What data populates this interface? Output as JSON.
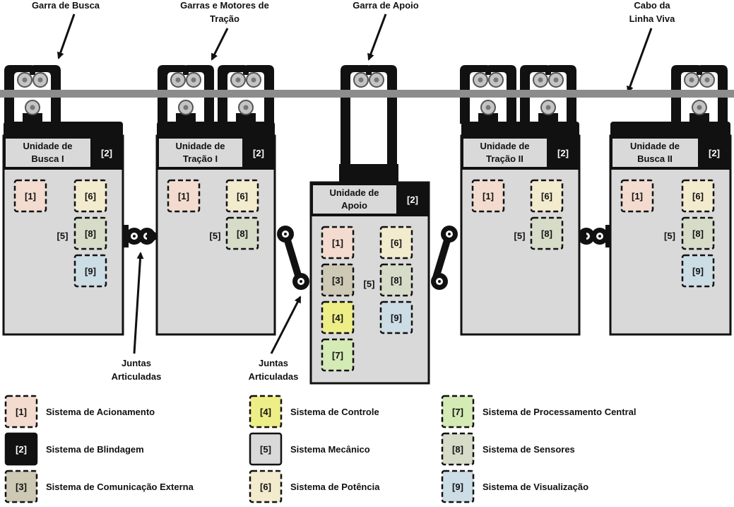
{
  "callouts": {
    "search_claw": "Garra de Busca",
    "traction_claws_line1": "Garras e Motores de",
    "traction_claws_line2": "Tração",
    "support_claw": "Garra de Apoio",
    "live_cable_line1": "Cabo da",
    "live_cable_line2": "Linha Viva",
    "joints_line1": "Juntas",
    "joints_line2": "Articuladas"
  },
  "units": {
    "search_1": {
      "line1": "Unidade de",
      "line2": "Busca I",
      "shield_code": "[2]",
      "mech_code": "[5]",
      "left_codes": [
        "[1]"
      ],
      "right_codes": [
        "[6]",
        "[8]",
        "[9]"
      ]
    },
    "traction_1": {
      "line1": "Unidade de",
      "line2": "Tração I",
      "shield_code": "[2]",
      "mech_code": "[5]",
      "left_codes": [
        "[1]"
      ],
      "right_codes": [
        "[6]",
        "[8]"
      ]
    },
    "support": {
      "line1": "Unidade de",
      "line2": "Apoio",
      "shield_code": "[2]",
      "mech_code": "[5]",
      "left_codes": [
        "[1]",
        "[3]",
        "[4]",
        "[7]"
      ],
      "right_codes": [
        "[6]",
        "[8]",
        "[9]"
      ]
    },
    "traction_2": {
      "line1": "Unidade de",
      "line2": "Tração II",
      "shield_code": "[2]",
      "mech_code": "[5]",
      "left_codes": [
        "[1]"
      ],
      "right_codes": [
        "[6]",
        "[8]"
      ]
    },
    "search_2": {
      "line1": "Unidade de",
      "line2": "Busca II",
      "shield_code": "[2]",
      "mech_code": "[5]",
      "left_codes": [
        "[1]"
      ],
      "right_codes": [
        "[6]",
        "[8]",
        "[9]"
      ]
    }
  },
  "system_colors": {
    "[1]": "#f3dccf",
    "[2]": "#111111",
    "[3]": "#cdc9b4",
    "[4]": "#eeee88",
    "[5]": "#d9d9d9",
    "[6]": "#f3ebce",
    "[7]": "#d4ebb5",
    "[8]": "#d7dcc9",
    "[9]": "#cddde6"
  },
  "legend": [
    {
      "code": "[1]",
      "label": "Sistema de Acionamento"
    },
    {
      "code": "[2]",
      "label": "Sistema de Blindagem"
    },
    {
      "code": "[3]",
      "label": "Sistema de Comunicação Externa"
    },
    {
      "code": "[4]",
      "label": "Sistema de Controle"
    },
    {
      "code": "[5]",
      "label": "Sistema Mecânico"
    },
    {
      "code": "[6]",
      "label": "Sistema de Potência"
    },
    {
      "code": "[7]",
      "label": "Sistema de Processamento Central"
    },
    {
      "code": "[8]",
      "label": "Sistema de Sensores"
    },
    {
      "code": "[9]",
      "label": "Sistema de Visualização"
    }
  ]
}
